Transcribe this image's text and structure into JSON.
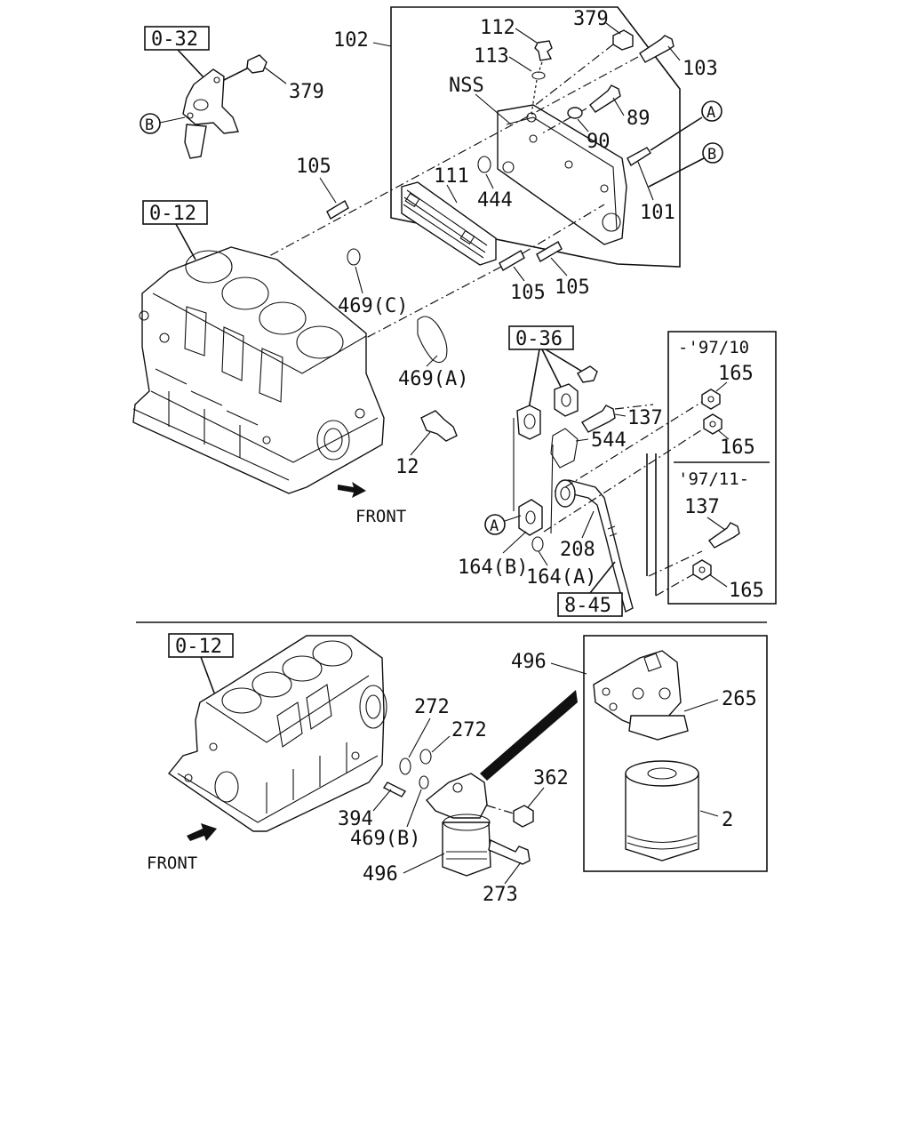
{
  "refs": {
    "r_0_32": "0-32",
    "r_0_12_top": "0-12",
    "r_0_36": "0-36",
    "r_8_45": "8-45",
    "r_0_12_bottom": "0-12"
  },
  "circles": {
    "a_top": "A",
    "b_top": "B",
    "b_left": "B",
    "a_mid": "A"
  },
  "labels": {
    "p379_left": "379",
    "p379_top": "379",
    "p102": "102",
    "p112": "112",
    "p113": "113",
    "p103": "103",
    "nss": "NSS",
    "p89": "89",
    "p90": "90",
    "p105_top": "105",
    "p111": "111",
    "p444": "444",
    "p101": "101",
    "p105_mid1": "105",
    "p105_mid2": "105",
    "p469c": "469(C)",
    "p469a": "469(A)",
    "p12": "12",
    "front_top": "FRONT",
    "date_to": "-'97/10",
    "p165_a": "165",
    "p137_a": "137",
    "p544": "544",
    "p165_b": "165",
    "date_from": "'97/11-",
    "p137_b": "137",
    "p208": "208",
    "p164b": "164(B)",
    "p164a": "164(A)",
    "p165_c": "165",
    "p496_top": "496",
    "p265": "265",
    "p272_a": "272",
    "p272_b": "272",
    "p362": "362",
    "p2": "2",
    "p394": "394",
    "p469b": "469(B)",
    "front_bottom": "FRONT",
    "p496_bottom": "496",
    "p273": "273"
  }
}
